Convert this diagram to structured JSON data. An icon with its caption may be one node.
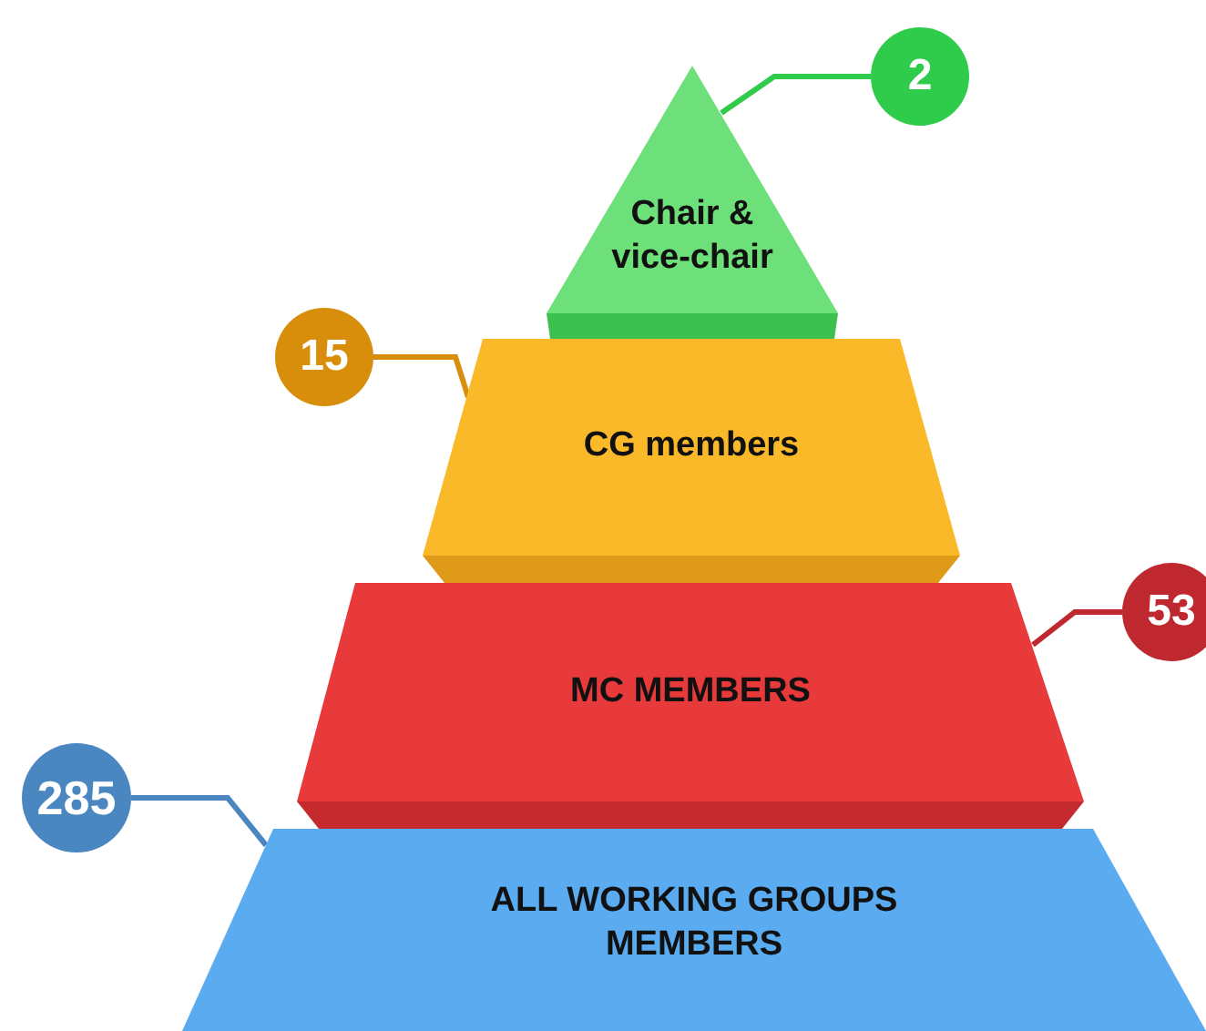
{
  "diagram": {
    "nodes": [
      {
        "text": [
          "2"
        ]
      },
      {
        "text": [
          "Chair & vice-chair"
        ]
      },
      {
        "text": [
          "15"
        ]
      },
      {
        "text": [
          "CG members"
        ]
      },
      {
        "text": [
          "53"
        ]
      },
      {
        "text": [
          "MC MEMBERS"
        ]
      },
      {
        "text": [
          "285"
        ]
      },
      {
        "text": [
          "ALL WORKING GROUPS MEMBERS"
        ]
      }
    ],
    "edges": [
      {
        "from": 0,
        "to": 1,
        "arrow": "none",
        "color": "#2ecc4a"
      },
      {
        "from": 2,
        "to": 3,
        "arrow": "none",
        "color": "#d98e0b"
      },
      {
        "from": 4,
        "to": 5,
        "arrow": "none",
        "color": "#c0282f"
      },
      {
        "from": 6,
        "to": 7,
        "arrow": "none",
        "color": "#4a86c0"
      }
    ]
  }
}
